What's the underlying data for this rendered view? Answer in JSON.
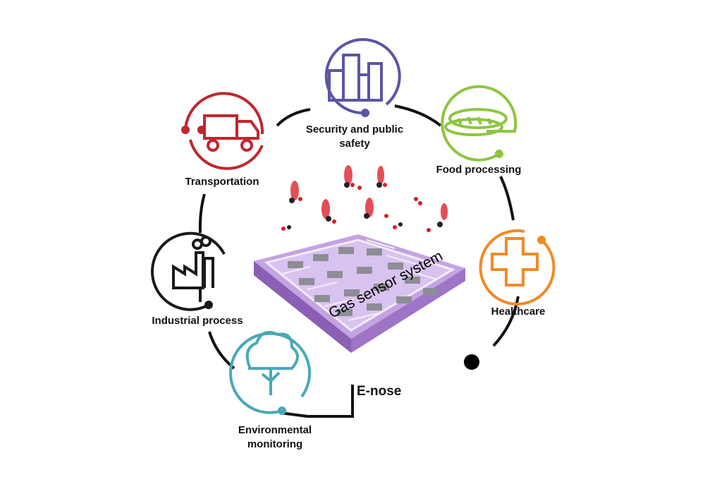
{
  "labels": {
    "security": "Security and public safety",
    "food": "Food processing",
    "transportation": "Transportation",
    "industrial": "Industrial process",
    "healthcare": "Healthcare",
    "environmental": "Environmental monitoring",
    "enose": "E-nose",
    "sensor": "Gas sensor system"
  },
  "colors": {
    "security": "#5b55a6",
    "food": "#8dc63f",
    "transportation": "#c0272d",
    "industrial": "#1a1a1a",
    "healthcare": "#f08a24",
    "environmental": "#4aa8b8",
    "chip": "#a07cc6"
  },
  "icons": {
    "security": "city-buildings-icon",
    "food": "food-sausage-icon",
    "transportation": "delivery-truck-icon",
    "industrial": "factory-icon",
    "healthcare": "medical-cross-icon",
    "environmental": "tree-icon"
  }
}
